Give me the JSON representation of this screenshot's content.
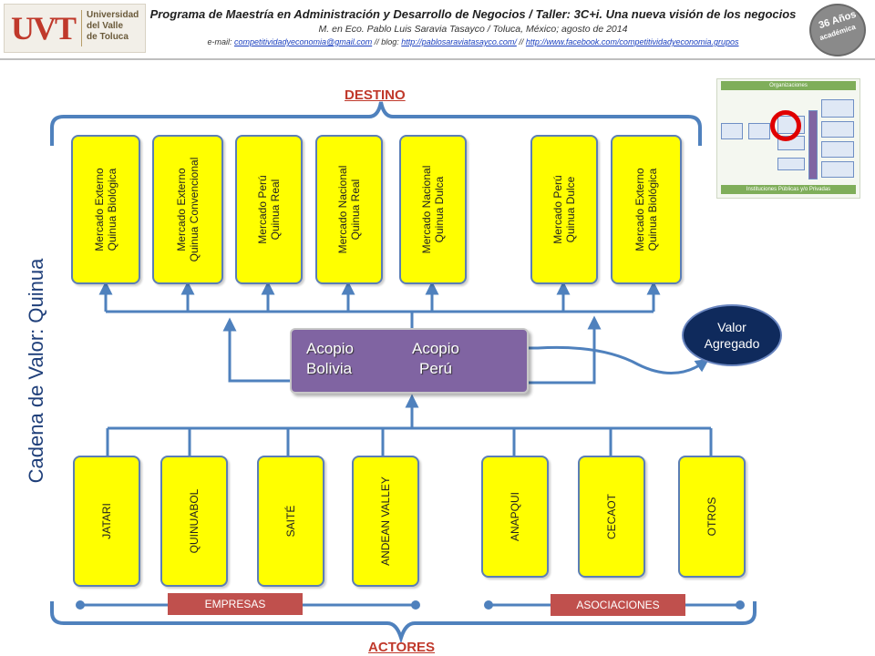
{
  "header": {
    "logo_mark": "UVT",
    "logo_text": [
      "Universidad",
      "del Valle",
      "de Toluca"
    ],
    "title": "Programa de Maestría en Administración y Desarrollo de Negocios / Taller: 3C+i. Una nueva visión de los negocios",
    "subtitle": "M. en Eco. Pablo Luis Saravia Tasayco / Toluca, México; agosto de 2014",
    "contact_prefix": "e-mail:",
    "email": "competitividadyeconomia@gmail.com",
    "blog_prefix": "// blog:",
    "blog": "http://pablosaraviatasayco.com/",
    "fb_prefix": "//",
    "facebook": "http://www.facebook.com/competitividadyeconomia.grupos",
    "badge_line1": "36 Años",
    "badge_line2": "académica"
  },
  "side_title": "Cadena de Valor: Quinua",
  "destino_label": "DESTINO",
  "actores_label": "ACTORES",
  "destinos": [
    [
      "Mercado Externo",
      "Quinua Biológica"
    ],
    [
      "Mercado Externo",
      "Quinua Convencional"
    ],
    [
      "Mercado Perú",
      "Quinua Real"
    ],
    [
      "Mercado Nacional",
      "Quinua Real"
    ],
    [
      "Mercado Nacional",
      "Quinua Dulca"
    ],
    [
      "Mercado Perú",
      "Quinua Dulce"
    ],
    [
      "Mercado Externo",
      "Quinua Biológica"
    ]
  ],
  "acopio": {
    "left": [
      "Acopio",
      "Bolivia"
    ],
    "right": [
      "Acopio",
      "Perú"
    ]
  },
  "valor_agregado": [
    "Valor",
    "Agregado"
  ],
  "empresas": [
    "JATARI",
    "QUINUABOL",
    "SAITÉ",
    "ANDEAN VALLEY"
  ],
  "asociaciones": [
    "ANAPQUI",
    "CECAOT",
    "OTROS"
  ],
  "empresas_label": "EMPRESAS",
  "asociaciones_label": "ASOCIACIONES",
  "thumbnail": {
    "top_bar": "Organizaciones",
    "bottom_bar": "Instituciones Públicas y/o Privadas"
  },
  "colors": {
    "box_fill": "#ffff00",
    "box_border": "#5b7eb5",
    "arrow": "#4f81bd",
    "acopio": "#8064a2",
    "valor": "#0f2a5c",
    "label_red": "#c0504d"
  }
}
